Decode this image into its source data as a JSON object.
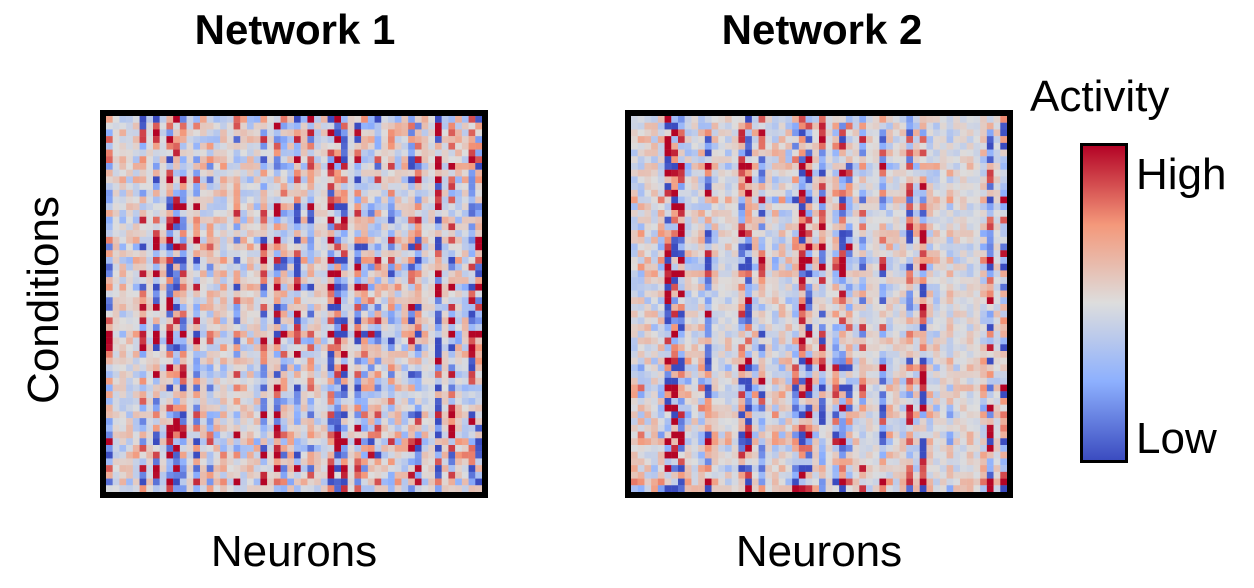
{
  "chart_data": [
    {
      "type": "heatmap",
      "title": "Network 1",
      "xlabel": "Neurons",
      "ylabel": "Conditions",
      "rows": 56,
      "cols": 56,
      "seed": 17
    },
    {
      "type": "heatmap",
      "title": "Network 2",
      "xlabel": "Neurons",
      "ylabel": "",
      "rows": 56,
      "cols": 56,
      "seed": 53
    }
  ],
  "colorbar": {
    "title": "Activity",
    "high_label": "High",
    "low_label": "Low",
    "colors": [
      "#3b4cc0",
      "#8db0fe",
      "#dddddd",
      "#f4987a",
      "#b40426"
    ]
  }
}
